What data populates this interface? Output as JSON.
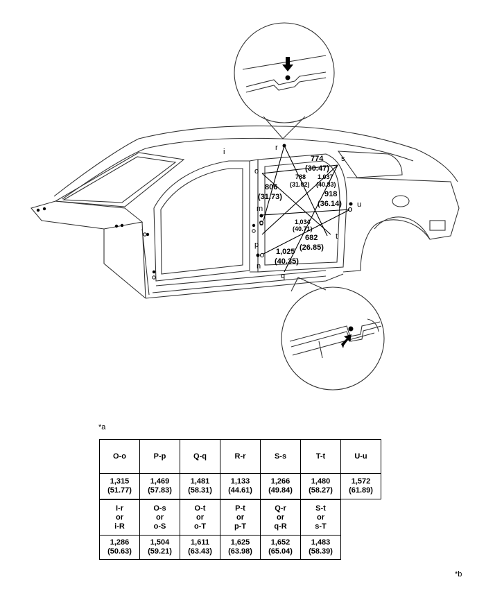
{
  "labels": {
    "figure_a": "*a",
    "figure_b": "*b"
  },
  "points": {
    "i": "i",
    "r": "r",
    "s": "s",
    "o1": "o",
    "o2": "o",
    "m": "m",
    "p": "p",
    "t": "t",
    "u": "u",
    "o3": "o",
    "n": "n",
    "q": "q"
  },
  "dimensions": [
    {
      "mm": "774",
      "in": "(30.47)"
    },
    {
      "mm": "788",
      "in": "(31.02)"
    },
    {
      "mm": "1,037",
      "in": "(40.83)"
    },
    {
      "mm": "806",
      "in": "(31.73)"
    },
    {
      "mm": "918",
      "in": "(36.14)"
    },
    {
      "mm": "1,034",
      "in": "(40.71)"
    },
    {
      "mm": "682",
      "in": "(26.85)"
    },
    {
      "mm": "1,025",
      "in": "(40.35)"
    }
  ],
  "table1": {
    "headers": [
      "O-o",
      "P-p",
      "Q-q",
      "R-r",
      "S-s",
      "T-t",
      "U-u"
    ],
    "values": [
      {
        "mm": "1,315",
        "in": "(51.77)"
      },
      {
        "mm": "1,469",
        "in": "(57.83)"
      },
      {
        "mm": "1,481",
        "in": "(58.31)"
      },
      {
        "mm": "1,133",
        "in": "(44.61)"
      },
      {
        "mm": "1,266",
        "in": "(49.84)"
      },
      {
        "mm": "1,480",
        "in": "(58.27)"
      },
      {
        "mm": "1,572",
        "in": "(61.89)"
      }
    ]
  },
  "table2": {
    "headers": [
      {
        "a": "I-r",
        "or": "or",
        "b": "i-R"
      },
      {
        "a": "O-s",
        "or": "or",
        "b": "o-S"
      },
      {
        "a": "O-t",
        "or": "or",
        "b": "o-T"
      },
      {
        "a": "P-t",
        "or": "or",
        "b": "p-T"
      },
      {
        "a": "Q-r",
        "or": "or",
        "b": "q-R"
      },
      {
        "a": "S-t",
        "or": "or",
        "b": "s-T"
      }
    ],
    "values": [
      {
        "mm": "1,286",
        "in": "(50.63)"
      },
      {
        "mm": "1,504",
        "in": "(59.21)"
      },
      {
        "mm": "1,611",
        "in": "(63.43)"
      },
      {
        "mm": "1,625",
        "in": "(63.98)"
      },
      {
        "mm": "1,652",
        "in": "(65.04)"
      },
      {
        "mm": "1,483",
        "in": "(58.39)"
      }
    ]
  }
}
